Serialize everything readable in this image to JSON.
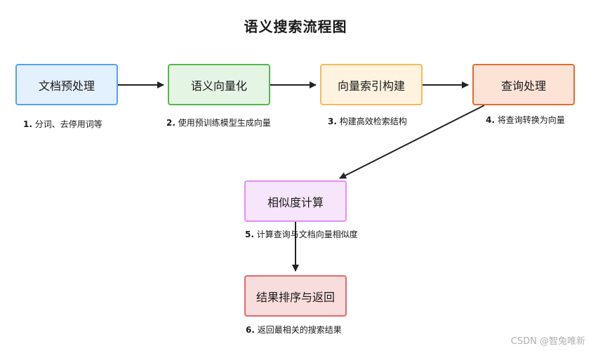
{
  "title": "语义搜索流程图",
  "nodes": [
    {
      "label": "文档预处理",
      "step": "1.",
      "caption": "分词、去停用词等"
    },
    {
      "label": "语义向量化",
      "step": "2.",
      "caption": "使用预训练模型生成向量"
    },
    {
      "label": "向量索引构建",
      "step": "3.",
      "caption": "构建高效检索结构"
    },
    {
      "label": "查询处理",
      "step": "4.",
      "caption": "将查询转换为向量"
    },
    {
      "label": "相似度计算",
      "step": "5.",
      "caption": "计算查询与文档向量相似度"
    },
    {
      "label": "结果排序与返回",
      "step": "6.",
      "caption": "返回最相关的搜索结果"
    }
  ],
  "watermark": "CSDN @智兔唯新",
  "colors": {
    "preprocess": "#54a3ee",
    "vectorize": "#52b84a",
    "index": "#f5bb5e",
    "query": "#e06d2c",
    "similarity": "#e48ef2",
    "ranking": "#e06a6a",
    "arrow": "#222222"
  }
}
